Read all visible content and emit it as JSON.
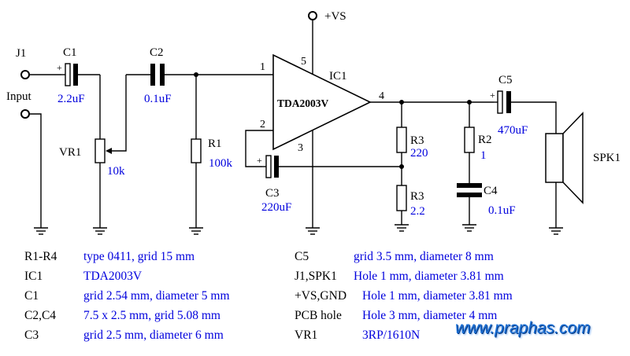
{
  "schematic": {
    "j1": "J1",
    "input": "Input",
    "c1": {
      "name": "C1",
      "value": "2.2uF"
    },
    "c2": {
      "name": "C2",
      "value": "0.1uF"
    },
    "vr1": {
      "name": "VR1",
      "value": "10k"
    },
    "r1": {
      "name": "R1",
      "value": "100k"
    },
    "ic1": {
      "name": "IC1",
      "part": "TDA2003V",
      "pin1": "1",
      "pin2": "2",
      "pin3": "3",
      "pin4": "4",
      "pin5": "5"
    },
    "vs": "+VS",
    "c3": {
      "name": "C3",
      "value": "220uF"
    },
    "r3a": {
      "name": "R3",
      "value": "220"
    },
    "r3b": {
      "name": "R3",
      "value": "2.2"
    },
    "r2": {
      "name": "R2",
      "value": "1"
    },
    "c4": {
      "name": "C4",
      "value": "0.1uF"
    },
    "c5": {
      "name": "C5",
      "value": "470uF"
    },
    "spk1": "SPK1"
  },
  "parts_table": [
    {
      "key": "R1-R4",
      "value": "type 0411, grid 15 mm"
    },
    {
      "key": "IC1",
      "value": "TDA2003V"
    },
    {
      "key": "C1",
      "value": "grid 2.54 mm, diameter 5 mm"
    },
    {
      "key": "C2,C4",
      "value": "7.5 x 2.5 mm, grid 5.08 mm"
    },
    {
      "key": "C3",
      "value": "grid 2.5 mm, diameter 6 mm"
    },
    {
      "key": "C5",
      "value": "grid 3.5 mm, diameter 8 mm"
    },
    {
      "key": "J1,SPK1",
      "value": "Hole 1 mm, diameter 3.81 mm"
    },
    {
      "key": "+VS,GND",
      "value": "Hole 1 mm, diameter 3.81 mm"
    },
    {
      "key": "PCB hole",
      "value": "Hole 3 mm, diameter 4 mm"
    },
    {
      "key": "VR1",
      "value": "3RP/1610N"
    }
  ],
  "watermark": "www.praphas.com"
}
